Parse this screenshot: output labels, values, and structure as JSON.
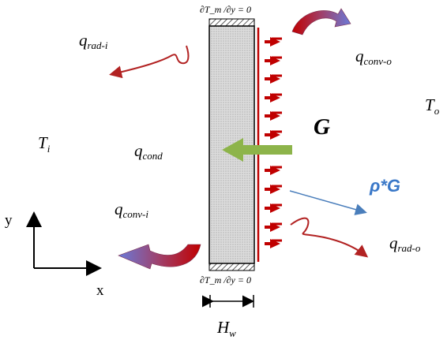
{
  "labels": {
    "bc_top": "∂T_m /∂y = 0",
    "bc_bottom": "∂T_m /∂y = 0",
    "q_rad_i": {
      "main": "q",
      "sub": "rad-i"
    },
    "q_conv_o": {
      "main": "q",
      "sub": "conv-o"
    },
    "T_o": {
      "main": "T",
      "sub": "o"
    },
    "T_i": {
      "main": "T",
      "sub": "i"
    },
    "q_cond": {
      "main": "q",
      "sub": "cond"
    },
    "G": "G",
    "rho_G": "ρ*G",
    "q_conv_i": {
      "main": "q",
      "sub": "conv-i"
    },
    "q_rad_o": {
      "main": "q",
      "sub": "rad-o"
    },
    "axis_y": "y",
    "axis_x": "x",
    "H_w": {
      "main": "H",
      "sub": "w"
    }
  },
  "colors": {
    "red": "#c00000",
    "dark_red": "#b22222",
    "green": "#8db44a",
    "blue": "#4a7ebb",
    "rho_blue": "#3a78c8",
    "wall_fill": "#d9d9d9"
  },
  "icons": {
    "solar_arrows": "red-left-arrow",
    "curved_arrows": "red-blue-gradient-curved-arrow"
  }
}
